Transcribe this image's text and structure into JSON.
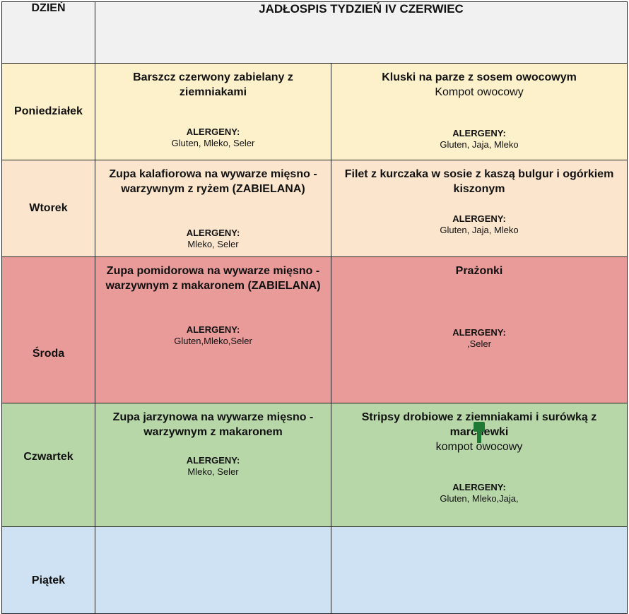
{
  "header": {
    "day_col": "DZIEŃ",
    "title": "JADŁOSPIS  TYDZIEŃ IV CZERWIEC"
  },
  "allergen_label": "ALERGENY:",
  "days": {
    "monday": {
      "name": "Poniedziałek",
      "soup": {
        "dish": "Barszcz czerwony zabielany z ziemniakami",
        "allergens": "Gluten, Mleko, Seler"
      },
      "main": {
        "dish": "Kluski na parze z sosem owocowym",
        "extra": "Kompot owocowy",
        "allergens": "Gluten, Jaja, Mleko"
      }
    },
    "tuesday": {
      "name": "Wtorek",
      "soup": {
        "dish": "Zupa kalafiorowa na wywarze mięsno - warzywnym z ryżem (ZABIELANA)",
        "allergens": "Mleko, Seler"
      },
      "main": {
        "dish": "Filet z kurczaka w sosie z kaszą bulgur i ogórkiem kiszonym",
        "allergens": "Gluten, Jaja, Mleko"
      }
    },
    "wednesday": {
      "name": "Środa",
      "soup": {
        "dish": "Zupa pomidorowa na wywarze mięsno - warzywnym  z makaronem (ZABIELANA)",
        "allergens": "Gluten,Mleko,Seler"
      },
      "main": {
        "dish": "Prażonki",
        "allergens": ",Seler"
      }
    },
    "thursday": {
      "name": "Czwartek",
      "soup": {
        "dish": "Zupa jarzynowa  na wywarze mięsno - warzywnym z makaronem",
        "allergens": "Mleko, Seler"
      },
      "main": {
        "dish": "Stripsy drobiowe z ziemniakami i surówką z marchewki",
        "extra": "kompot owocowy",
        "allergens": "Gluten, Mleko,Jaja,"
      }
    },
    "friday": {
      "name": "Piątek"
    }
  },
  "colors": {
    "monday": "#fdf1cb",
    "tuesday": "#fbe5cc",
    "wednesday": "#e99b9a",
    "thursday": "#b7d7a8",
    "friday": "#cfe2f3",
    "header": "#f1f1f1",
    "pin_marker": "#1e7a34"
  },
  "icons": {
    "marker": "comment-pin-icon"
  }
}
